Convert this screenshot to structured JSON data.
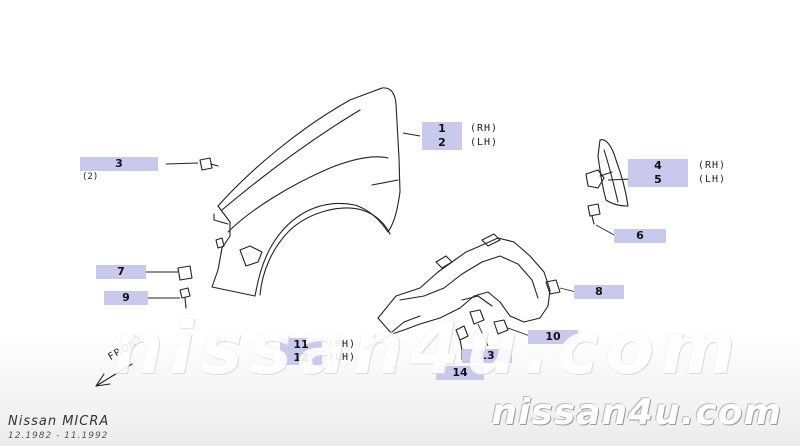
{
  "callouts": {
    "c1": "1",
    "c2": "2",
    "c3": "3",
    "c4": "4",
    "c5": "5",
    "c6": "6",
    "c7": "7",
    "c8": "8",
    "c9": "9",
    "c10": "10",
    "c11": "11",
    "c12": "12",
    "c13": "13",
    "c14": "14"
  },
  "sides": {
    "s1": "(RH)",
    "s2": "(LH)",
    "s4": "(RH)",
    "s5": "(LH)",
    "s11": "(RH)",
    "s12": "(LH)"
  },
  "qty_note": "(2)",
  "direction_label": "FRONT",
  "watermark_center": "nissan4u.com",
  "watermark_corner": "nissan4u.com",
  "vehicle_model": "Nissan MICRA",
  "production_dates": "12.1982 - 11.1992",
  "colors": {
    "callout_bg": "#c9c9ee",
    "line": "#222222"
  }
}
